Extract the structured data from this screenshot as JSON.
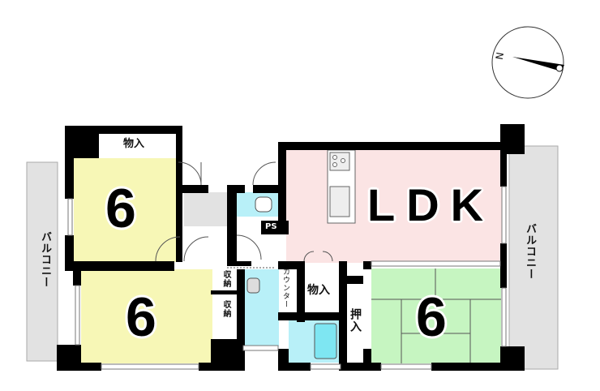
{
  "compass": {
    "north_label": "N"
  },
  "rooms": {
    "bedroom_west_top": {
      "size": "6",
      "color": "#f7f7b6"
    },
    "bedroom_west_bottom": {
      "size": "6",
      "color": "#f7f7b6"
    },
    "ldk": {
      "label": "LDK",
      "color": "#fbe4e4"
    },
    "washitsu": {
      "size": "6",
      "color": "#c6f5c1"
    },
    "wet_area_color": "#b8f0f8",
    "balcony_color": "#e2e2e2"
  },
  "labels": {
    "storage_top": "物入",
    "storage_center": "物入",
    "storage_closet_1": "収納",
    "storage_closet_2": "収納",
    "oshiire": "押入",
    "counter": "カウンター",
    "ps": "PS",
    "balcony_left": "バルコニー",
    "balcony_right": "バルコニー"
  }
}
